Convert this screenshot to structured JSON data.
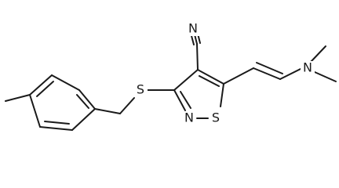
{
  "molecule": {
    "atoms": {
      "nitrile_n": "N",
      "ring_n": "N",
      "ring_s": "S",
      "thioether_s": "S",
      "amine_n": "N"
    }
  },
  "colors": {
    "bond": "#1a1a1a",
    "background": "#ffffff"
  }
}
